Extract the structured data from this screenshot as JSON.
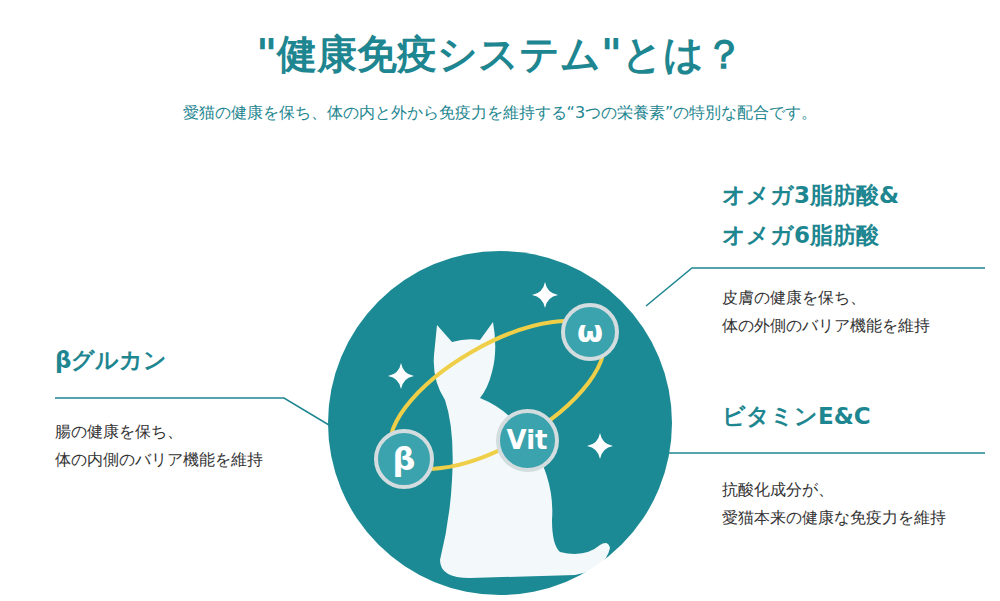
{
  "diagram": {
    "title": "\"健康免疫システム\"とは？",
    "nodes": [
      {
        "text": [
          "β"
        ]
      },
      {
        "text": [
          "Vit"
        ]
      },
      {
        "text": [
          "ω"
        ]
      }
    ],
    "labels": [
      "愛猫の健康を保ち、体の内と外から免疫力を維持する“3つの栄養素”の特別な配合です。",
      "βグルカン",
      "腸の健康を保ち、 体の内側のバリア機能を維持",
      "オメガ3脂肪酸& オメガ6脂肪酸",
      "皮膚の健康を保ち、 体の外側のバリア機能を維持",
      "ビタミンE&C",
      "抗酸化成分が、 愛猫本来の健康な免疫力を維持"
    ]
  }
}
